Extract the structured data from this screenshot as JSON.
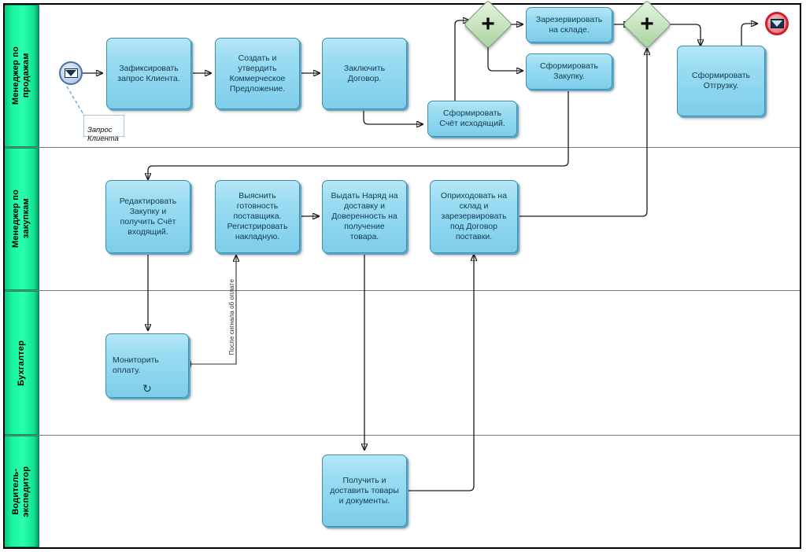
{
  "diagram": {
    "title": "BPMN process diagram",
    "pool_border_color": "#000000",
    "lane_header_color": "#2affb0",
    "task_fill_color": "#8ad4ee",
    "gateway_fill_color": "#cbe6c4",
    "end_event_color": "#cf1f2e"
  },
  "lanes": [
    {
      "id": "sales",
      "label": "Менеджер по\nпродажам"
    },
    {
      "id": "purchasing",
      "label": "Менеджер по\nзакупкам"
    },
    {
      "id": "accounting",
      "label": "Бухгалтер"
    },
    {
      "id": "driver",
      "label": "Водитель-\nэкспедитор"
    }
  ],
  "events": [
    {
      "id": "start",
      "name": "message-start-event",
      "type": "start-message"
    },
    {
      "id": "end",
      "name": "message-end-event",
      "type": "end-message"
    },
    {
      "id": "timer",
      "name": "boundary-timer-event",
      "type": "timer"
    }
  ],
  "gateways": [
    {
      "id": "gw-split",
      "name": "parallel-gateway-split",
      "symbol": "+"
    },
    {
      "id": "gw-join",
      "name": "parallel-gateway-join",
      "symbol": "+"
    }
  ],
  "tasks": {
    "t1": "Зафиксировать\nзапрос Клиента.",
    "t2": "Создать и\nутвердить\nКоммерческое\nПредложение.",
    "t3": "Заключить\nДоговор.",
    "t4": "Сформировать\nСчёт исходящий.",
    "t5": "Зарезервировать\nна складе.",
    "t6": "Сформировать\nЗакупку.",
    "t7": "Сформировать\nОтгрузку.",
    "t8": "Редактировать\nЗакупку и\nполучить Счёт\nвходящий.",
    "t9": "Выяснить\nготовность\nпоставщика.\nРегистрировать\nнакладную.",
    "t10": "Выдать Наряд на\nдоставку и\nДоверенность на\nполучение\nтовара.",
    "t11": "Оприходовать на\nсклад и\nзарезервировать\nпод Договор\nпоставки.",
    "t12": "Мониторить\nоплату.",
    "t13": "Получить и\nдоставить товары\nи документы."
  },
  "annotations": {
    "request": "Запрос\nКлиента"
  },
  "flow_labels": {
    "after_payment_signal": "После сигнала об оплате"
  },
  "markers": {
    "loop": "↻"
  }
}
